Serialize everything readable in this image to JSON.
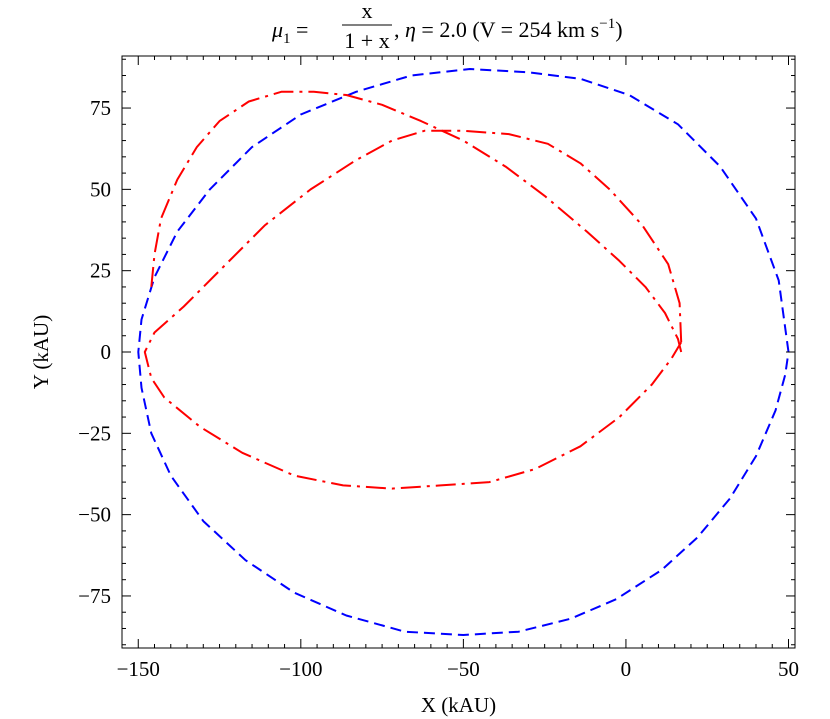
{
  "chart_data": {
    "type": "line",
    "title": {
      "mu": "μ",
      "mu_sub": "1",
      "eq": "=",
      "numerator": "x",
      "denominator": "1 + x",
      "rest": ", η = 2.0 (V = 254 km s",
      "exp": "−1",
      "close": ")"
    },
    "xlabel": "X (kAU)",
    "ylabel": "Y (kAU)",
    "xlim": [
      -155,
      52
    ],
    "ylim": [
      -91,
      91
    ],
    "xticks": [
      {
        "v": -150,
        "label": "−150"
      },
      {
        "v": -100,
        "label": "−100"
      },
      {
        "v": -50,
        "label": "−50"
      },
      {
        "v": 0,
        "label": "0"
      },
      {
        "v": 50,
        "label": "50"
      }
    ],
    "yticks": [
      {
        "v": -75,
        "label": "−75"
      },
      {
        "v": -50,
        "label": "−50"
      },
      {
        "v": -25,
        "label": "−25"
      },
      {
        "v": 0,
        "label": "0"
      },
      {
        "v": 25,
        "label": "25"
      },
      {
        "v": 50,
        "label": "50"
      },
      {
        "v": 75,
        "label": "75"
      }
    ],
    "grid": false,
    "series": [
      {
        "style": "dashed",
        "color": "#0000ff",
        "x": [
          50,
          47,
          40,
          29,
          16,
          1,
          -14,
          -30,
          -48,
          -66,
          -83,
          -100,
          -115,
          -128,
          -138,
          -145,
          -149,
          -150,
          -149,
          -146,
          -140,
          -130,
          -117,
          -102,
          -86,
          -68,
          -50,
          -33,
          -17,
          -3,
          11,
          22,
          32,
          40,
          46,
          49,
          50
        ],
        "y": [
          0,
          22,
          41,
          57,
          70,
          79,
          84,
          86,
          87,
          85,
          80,
          73,
          63,
          50,
          37,
          23,
          10,
          0,
          -11,
          -25,
          -38,
          -52,
          -64,
          -74,
          -81,
          -86,
          -87,
          -86,
          -82,
          -76,
          -67,
          -57,
          -45,
          -32,
          -18,
          -7,
          0
        ]
      },
      {
        "style": "dashdot",
        "color": "#ff0000",
        "x": [
          17,
          16.5,
          13,
          5,
          -5,
          -14,
          -24,
          -36,
          -50,
          -62,
          -72,
          -83,
          -97,
          -111,
          -124,
          -136,
          -145,
          -148,
          -146,
          -142,
          -131,
          -118,
          -102,
          -87,
          -72,
          -57,
          -42,
          -28,
          -14,
          -2,
          8,
          14,
          17
        ],
        "y": [
          3,
          15,
          27,
          39,
          50,
          58,
          64,
          67,
          68,
          68,
          65,
          59,
          50,
          39,
          26,
          14,
          6,
          0,
          -8,
          -14,
          -23,
          -31,
          -38,
          -41,
          -42,
          -41,
          -40,
          -36,
          -29,
          -20,
          -10,
          -2,
          3
        ]
      },
      {
        "style": "dashdot",
        "color": "#ff0000",
        "x": [
          -146,
          -145,
          -143,
          -138,
          -132,
          -125,
          -116,
          -106,
          -96,
          -86,
          -75,
          -63,
          -50,
          -37,
          -25,
          -12,
          -2,
          6,
          12,
          16,
          17
        ],
        "y": [
          20,
          30,
          41,
          53,
          63,
          71,
          77,
          80,
          80,
          79,
          76,
          71,
          65,
          57,
          48,
          37,
          28,
          20,
          12,
          4,
          0
        ]
      }
    ]
  }
}
